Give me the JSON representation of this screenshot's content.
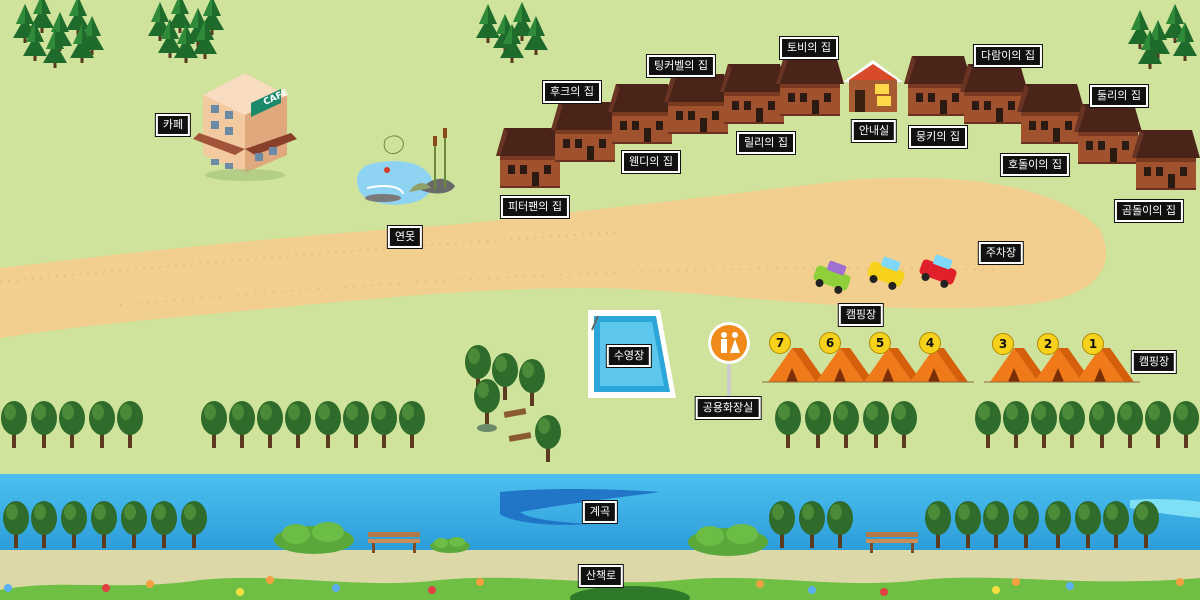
{
  "labels": {
    "cafe": "카페",
    "hook": "후크의 집",
    "tinkerbell": "팅커벨의 집",
    "tobi": "토비의 집",
    "darami": "다람이의 집",
    "duli": "둘리의 집",
    "wendy": "웬디의 집",
    "lily": "릴리의 집",
    "info": "안내실",
    "mungki": "뭉키의 집",
    "hodol": "호돌이의 집",
    "peterpan": "피터팬의 집",
    "gomdol": "곰돌이의 집",
    "pond": "연못",
    "parking": "주차장",
    "camping_top": "캠핑장",
    "camping_right": "캠핑장",
    "pool": "수영장",
    "restroom": "공용화장실",
    "stream": "계곡",
    "trail": "산책로"
  },
  "cafe_sign": "CAFE",
  "tent_numbers": [
    "7",
    "6",
    "5",
    "4",
    "3",
    "2",
    "1"
  ],
  "colors": {
    "grass": "#cfe39c",
    "path": "#f2cf8e",
    "water": "#3fb0e6",
    "tent": "#f07a1a",
    "house_roof": "#4a2418",
    "house_wall": "#a0512d",
    "label_bg": "#111111"
  }
}
